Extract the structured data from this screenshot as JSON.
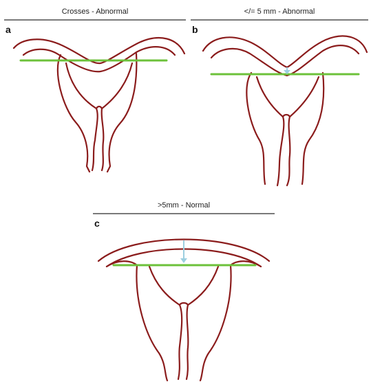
{
  "panels": [
    {
      "id": "a",
      "letter": "a",
      "caption": "Crosses - Abnormal"
    },
    {
      "id": "b",
      "letter": "b",
      "caption": "</= 5 mm - Abnormal"
    },
    {
      "id": "c",
      "letter": "c",
      "caption": ">5mm - Normal"
    }
  ],
  "colors": {
    "uterine_outline": "#8b1c1c",
    "interostial_line": "#6cc13a",
    "distance_arrow": "#9ccfe0",
    "caption_rule": "#7a7a7a"
  }
}
